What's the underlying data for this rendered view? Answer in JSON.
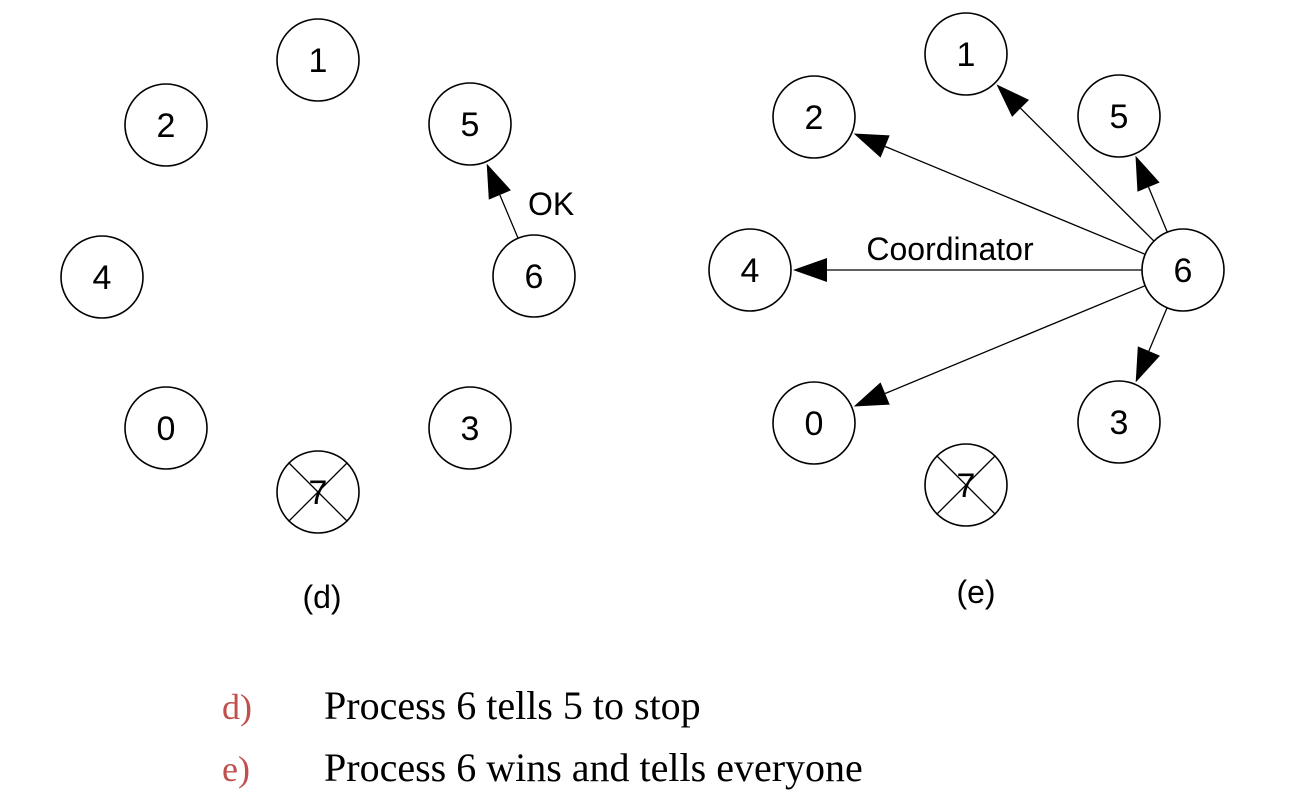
{
  "marker_color": "#c0504d",
  "panels": [
    {
      "caption": "(d)",
      "nodes": [
        {
          "label": "1",
          "crashed": false
        },
        {
          "label": "2",
          "crashed": false
        },
        {
          "label": "5",
          "crashed": false
        },
        {
          "label": "4",
          "crashed": false
        },
        {
          "label": "6",
          "crashed": false
        },
        {
          "label": "0",
          "crashed": false
        },
        {
          "label": "3",
          "crashed": false
        },
        {
          "label": "7",
          "crashed": true
        }
      ],
      "messages": [
        {
          "from": "6",
          "to": "5",
          "label": "OK"
        }
      ]
    },
    {
      "caption": "(e)",
      "nodes": [
        {
          "label": "1",
          "crashed": false
        },
        {
          "label": "2",
          "crashed": false
        },
        {
          "label": "5",
          "crashed": false
        },
        {
          "label": "4",
          "crashed": false
        },
        {
          "label": "6",
          "crashed": false
        },
        {
          "label": "0",
          "crashed": false
        },
        {
          "label": "3",
          "crashed": false
        },
        {
          "label": "7",
          "crashed": true
        }
      ],
      "messages": [
        {
          "from": "6",
          "to": "2",
          "label": ""
        },
        {
          "from": "6",
          "to": "1",
          "label": ""
        },
        {
          "from": "6",
          "to": "5",
          "label": ""
        },
        {
          "from": "6",
          "to": "4",
          "label": "Coordinator"
        },
        {
          "from": "6",
          "to": "0",
          "label": ""
        },
        {
          "from": "6",
          "to": "3",
          "label": ""
        }
      ]
    }
  ],
  "captions": [
    {
      "marker": "d)",
      "text": "Process 6 tells 5 to stop"
    },
    {
      "marker": "e)",
      "text": "Process 6 wins and tells everyone"
    }
  ]
}
